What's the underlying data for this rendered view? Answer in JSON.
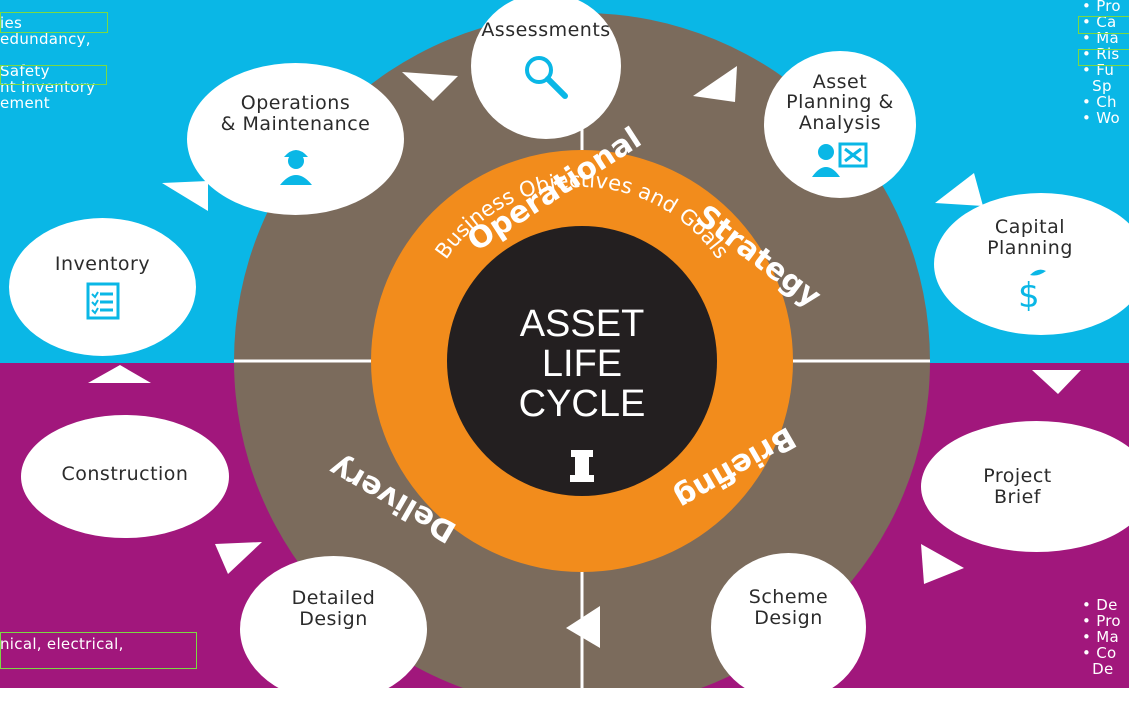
{
  "colors": {
    "top_bg": "#0ab7e6",
    "bottom_bg": "#a1177c",
    "ring": "#7b6b5c",
    "orange": "#f28c1c",
    "core": "#231f20",
    "white": "#ffffff"
  },
  "center": {
    "core_lines": [
      "ASSET",
      "LIFE",
      "CYCLE"
    ],
    "arc_text": "Business Objectives and Goals",
    "quadrants": {
      "operational": "Operational",
      "strategy": "Strategy",
      "delivery": "Delivery",
      "briefing": "Briefing"
    },
    "core_icon": "chess-rook-icon"
  },
  "nodes": {
    "assessments": {
      "label": "Assessments",
      "icon": "magnifier-icon"
    },
    "asset_planning": {
      "label": "Asset\nPlanning &\nAnalysis",
      "icon": "planner-icon"
    },
    "capital_planning": {
      "label": "Capital\nPlanning",
      "icon": "dollar-plant-icon"
    },
    "project_brief": {
      "label": "Project\nBrief"
    },
    "scheme_design": {
      "label": "Scheme\nDesign"
    },
    "detailed_design": {
      "label": "Detailed\nDesign"
    },
    "construction": {
      "label": "Construction"
    },
    "inventory": {
      "label": "Inventory",
      "icon": "checklist-icon"
    },
    "operations": {
      "label": "Operations\n& Maintenance",
      "icon": "worker-icon"
    }
  },
  "side_text": {
    "top_left": [
      "ies",
      "edundancy,",
      "",
      "Safety",
      "nt Inventory",
      "ement"
    ],
    "top_right": [
      "• Pro",
      "• Ca",
      "• Ma",
      "• Ris",
      "• Fu",
      "  Sp",
      "• Ch",
      "• Wo"
    ],
    "bottom_right": [
      "• De",
      "• Pro",
      "• Ma",
      "• Co",
      "  De"
    ],
    "bottom_left": [
      "nical, electrical,"
    ]
  }
}
